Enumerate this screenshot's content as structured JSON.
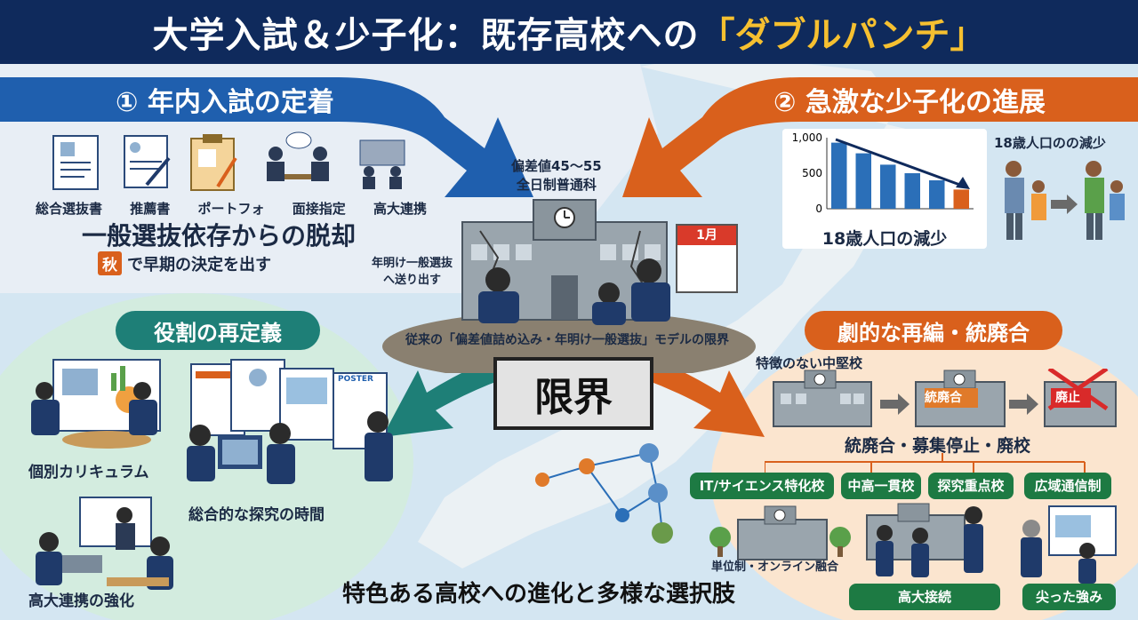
{
  "title": {
    "main": "大学入試＆少子化：既存高校への",
    "accent": "「ダブルパンチ」"
  },
  "section1": {
    "banner": "① 年内入試の定着",
    "icons": [
      {
        "label": "総合選抜書",
        "icon": "document-icon"
      },
      {
        "label": "推薦書",
        "icon": "letter-icon"
      },
      {
        "label": "ポートフォ",
        "icon": "clipboard-icon"
      },
      {
        "label": "面接指定",
        "icon": "interview-icon"
      },
      {
        "label": "高大連携",
        "icon": "handshake-icon"
      }
    ],
    "headline": "一般選抜依存からの脱却",
    "badge": "秋",
    "sub": "で早期の決定を出す"
  },
  "section2": {
    "banner": "② 急激な少子化の進展",
    "chart_caption": "18歳人口の減少",
    "population_title": "18歳人口のの減少"
  },
  "chart_data": {
    "type": "bar",
    "categories": [
      "",
      "",
      "",
      "",
      "",
      ""
    ],
    "values": [
      930,
      780,
      620,
      500,
      400,
      270
    ],
    "yticks": [
      "1,000",
      "500",
      "0"
    ],
    "ylim": [
      0,
      1000
    ],
    "xlabel": "18歳人口の減少",
    "color": "#2b6fb8"
  },
  "center": {
    "school_label_line1": "偏差値45〜55",
    "school_label_line2": "全日制普通科",
    "calendar": "1月",
    "side_label_line1": "年明け一般選抜",
    "side_label_line2": "へ送り出す",
    "model_limit": "従来の「偏差値詰め込み・年明け一般選抜」モデルの限界",
    "limit": "限界"
  },
  "section3": {
    "banner": "役割の再定義",
    "item1": "個別カリキュラム",
    "item2": "総合的な探究の時間",
    "item3": "高大連携の強化",
    "poster": "POSTER"
  },
  "section4": {
    "banner": "劇的な再編・統廃合",
    "school_mid": "特徴のない中堅校",
    "merge_sign": "統廃合",
    "closed_sign": "廃止",
    "result": "統廃合・募集停止・廃校",
    "types": [
      "IT/サイエンス特化校",
      "中高一貫校",
      "探究重点校",
      "広域通信制"
    ],
    "credit": "単位制・オンライン融合",
    "pill1": "高大接続",
    "pill2": "尖った強み"
  },
  "footer": "特色ある高校への進化と多様な選択肢",
  "colors": {
    "navy": "#0f2a5c",
    "blue": "#1f5fae",
    "orange": "#d9601c",
    "teal": "#1e7f77",
    "green": "#1d7a43",
    "gold": "#f6c030"
  }
}
